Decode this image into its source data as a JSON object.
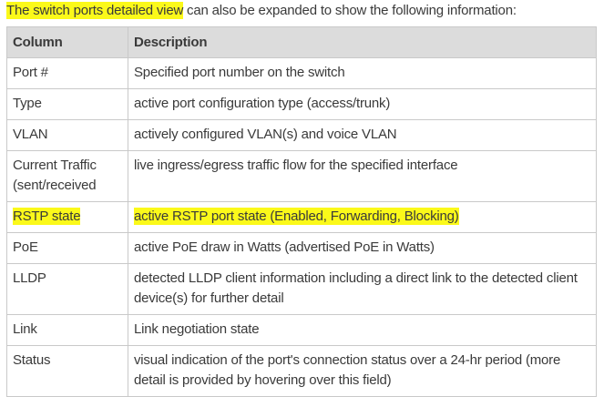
{
  "intro": {
    "highlighted": "The switch ports detailed view",
    "rest": " can also be expanded to show the following information:"
  },
  "table": {
    "headers": [
      "Column",
      "Description"
    ],
    "rows": [
      {
        "column": "Port #",
        "description": "Specified port number on the switch"
      },
      {
        "column": "Type",
        "description": "active port configuration type (access/trunk)"
      },
      {
        "column": "VLAN",
        "description": "actively configured VLAN(s) and voice VLAN"
      },
      {
        "column": "Current Traffic (sent/received",
        "description": "live ingress/egress traffic flow for the specified interface"
      },
      {
        "column": "RSTP state",
        "description": "active RSTP port state (Enabled, Forwarding, Blocking)",
        "highlighted": true
      },
      {
        "column": "PoE",
        "description": "active PoE draw in Watts (advertised PoE in Watts)"
      },
      {
        "column": "LLDP",
        "description": "detected LLDP client information including a direct link to the detected client device(s) for further detail"
      },
      {
        "column": "Link",
        "description": "Link negotiation state"
      },
      {
        "column": "Status",
        "description": "visual indication of the port's connection status over a 24-hr period (more detail is provided by hovering over this field)"
      }
    ]
  },
  "colors": {
    "highlight": "#fbf91a",
    "header_bg": "#dcdcdc"
  }
}
